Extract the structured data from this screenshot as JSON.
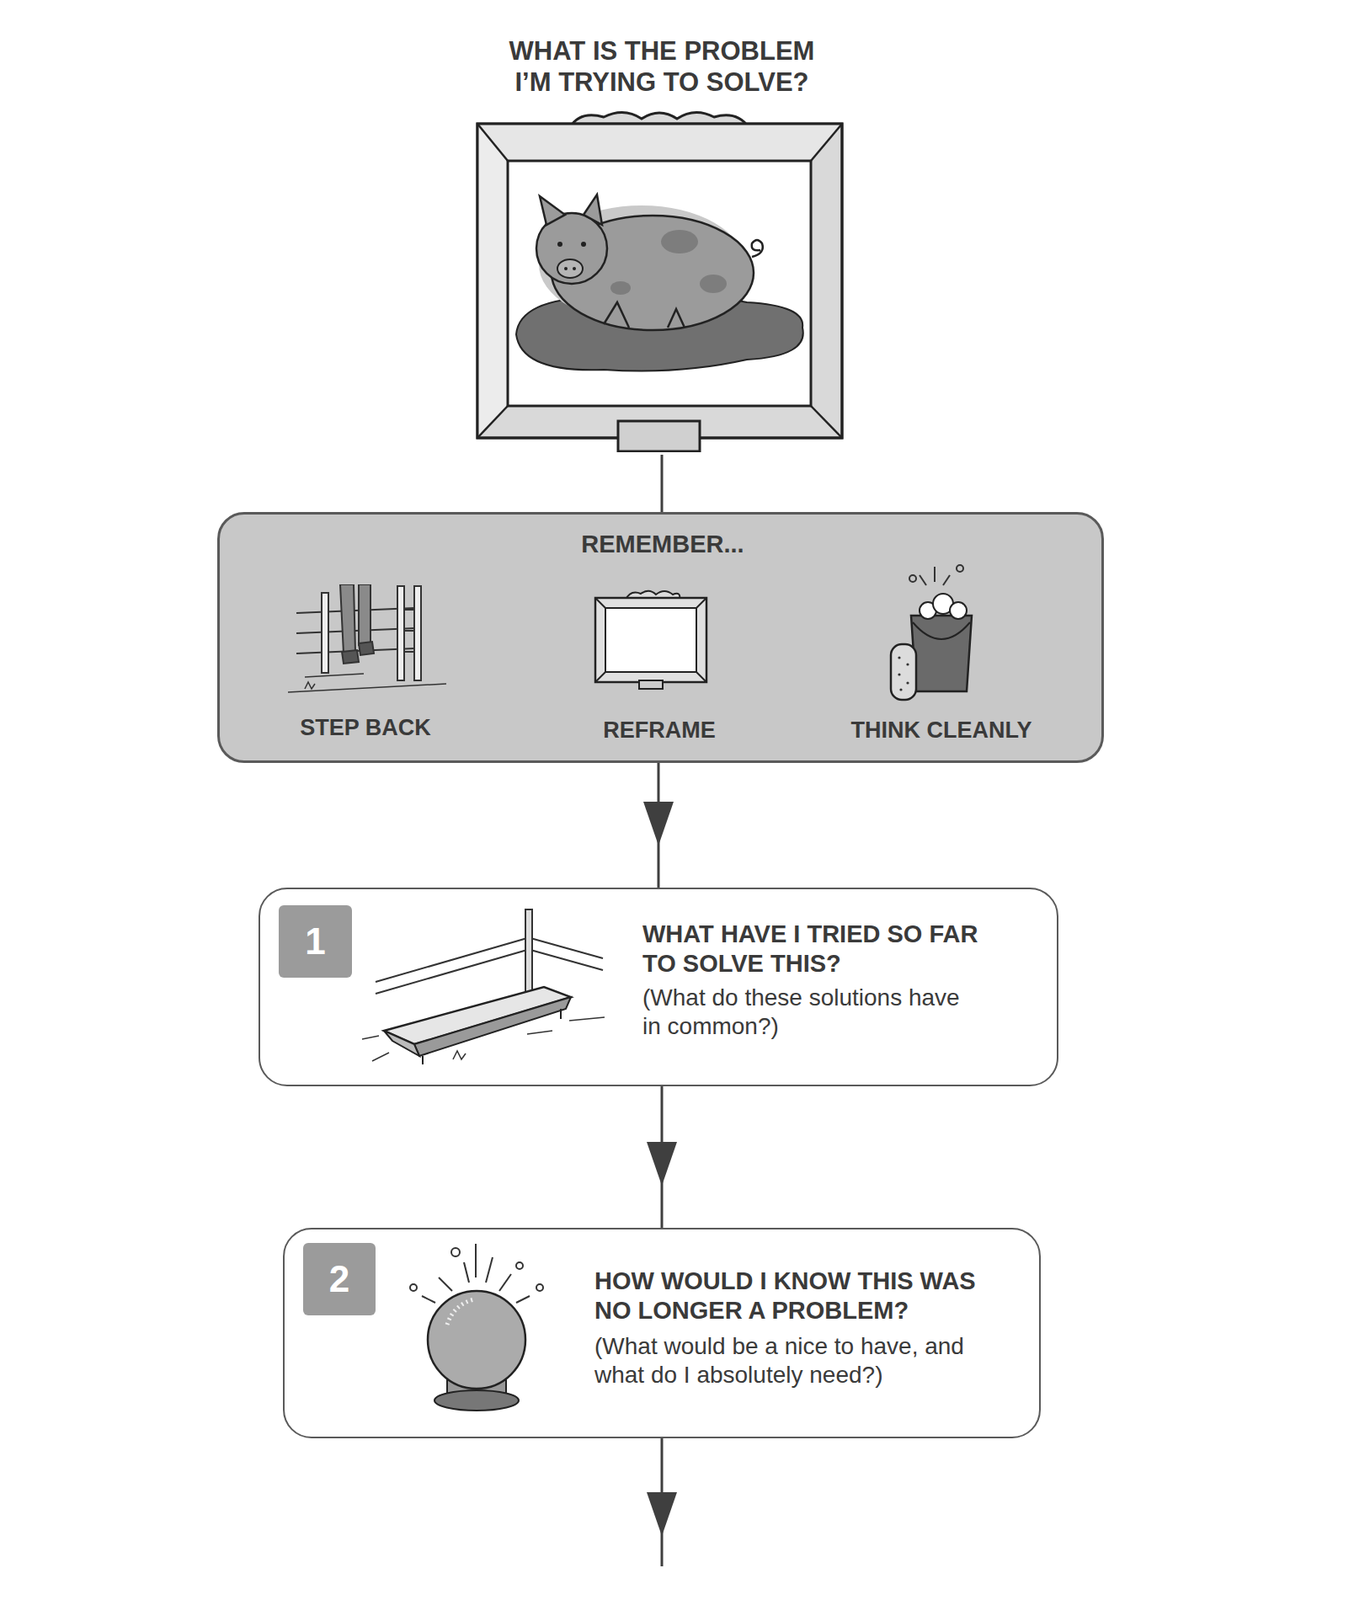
{
  "diagram": {
    "nodes": [
      {
        "text": [
          "WHAT IS THE PROBLEM I’M TRYING TO SOLVE?"
        ]
      },
      {
        "text": [
          "REMEMBER...",
          "STEP BACK",
          "REFRAME",
          "THINK CLEANLY"
        ]
      },
      {
        "text": [
          "WHAT HAVE I TRIED SO FAR TO SOLVE THIS?",
          "(What do these solutions have in common?)"
        ]
      },
      {
        "text": [
          "1"
        ],
        "in": 2
      },
      {
        "text": [
          "HOW WOULD I KNOW THIS WAS NO LONGER A PROBLEM?",
          "(What would be a nice to have, and what do I absolutely need?)"
        ]
      },
      {
        "text": [
          "2"
        ],
        "in": 4
      }
    ],
    "edges": [
      {
        "from": 0,
        "to": 1,
        "arrow": "none"
      },
      {
        "from": 1,
        "to": 2,
        "arrow": "to"
      },
      {
        "from": 2,
        "to": 4,
        "arrow": "to"
      }
    ]
  }
}
